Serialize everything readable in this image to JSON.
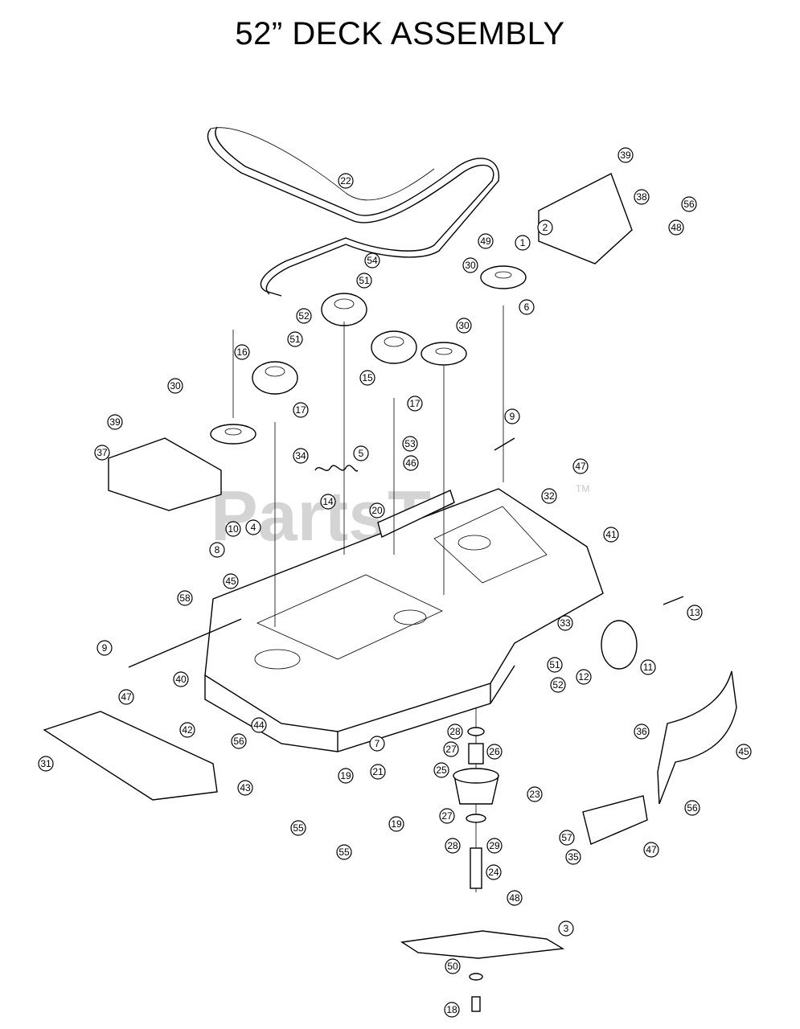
{
  "title": "52” DECK ASSEMBLY",
  "watermark": {
    "text": "PartsTree",
    "mark": "TM"
  },
  "callouts": [
    "1",
    "2",
    "3",
    "4",
    "5",
    "6",
    "7",
    "8",
    "9",
    "10",
    "11",
    "12",
    "13",
    "14",
    "15",
    "16",
    "17",
    "18",
    "19",
    "20",
    "21",
    "22",
    "23",
    "24",
    "25",
    "26",
    "27",
    "28",
    "29",
    "30",
    "31",
    "32",
    "33",
    "34",
    "35",
    "36",
    "37",
    "38",
    "39",
    "40",
    "41",
    "42",
    "43",
    "44",
    "45",
    "46",
    "47",
    "48",
    "49",
    "50",
    "51",
    "52",
    "53",
    "54",
    "55",
    "56",
    "57",
    "58"
  ]
}
